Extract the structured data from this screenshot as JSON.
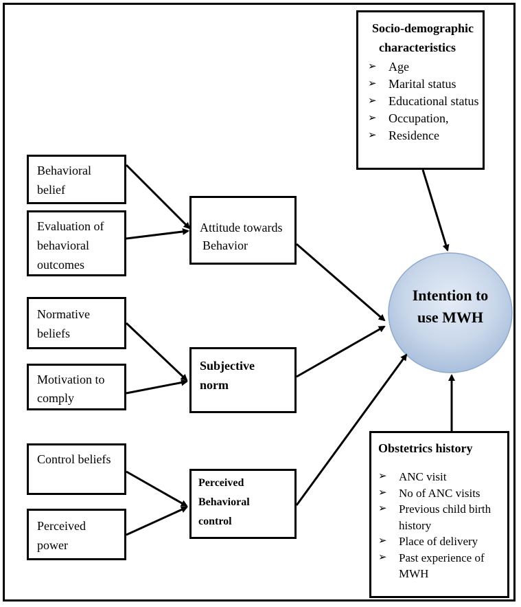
{
  "socio": {
    "title": [
      "Socio-demographic",
      "characteristics"
    ],
    "items": [
      "Age",
      "Marital status",
      "Educational status",
      "Occupation,",
      "Residence"
    ]
  },
  "attitude_inputs": {
    "behavioral_belief": [
      "Behavioral",
      "belief"
    ],
    "evaluation": [
      "Evaluation of",
      "behavioral",
      "outcomes"
    ]
  },
  "attitude": [
    "Attitude towards",
    "Behavior"
  ],
  "norm_inputs": {
    "normative_beliefs": [
      "Normative",
      "beliefs"
    ],
    "motivation": [
      "Motivation to",
      "comply"
    ]
  },
  "subjective_norm": [
    "Subjective",
    "norm"
  ],
  "control_inputs": {
    "control_beliefs": [
      "Control beliefs"
    ],
    "perceived_power": [
      "Perceived",
      "power"
    ]
  },
  "perceived_control": [
    "Perceived",
    "Behavioral",
    "control"
  ],
  "intention": [
    "Intention to",
    "use MWH"
  ],
  "obstetrics": {
    "title": "Obstetrics history",
    "items": [
      "ANC visit",
      "No of ANC visits",
      "Previous child birth",
      "history",
      "Place of delivery",
      "Past experience of",
      "MWH"
    ]
  },
  "bullet_glyph": "➢"
}
